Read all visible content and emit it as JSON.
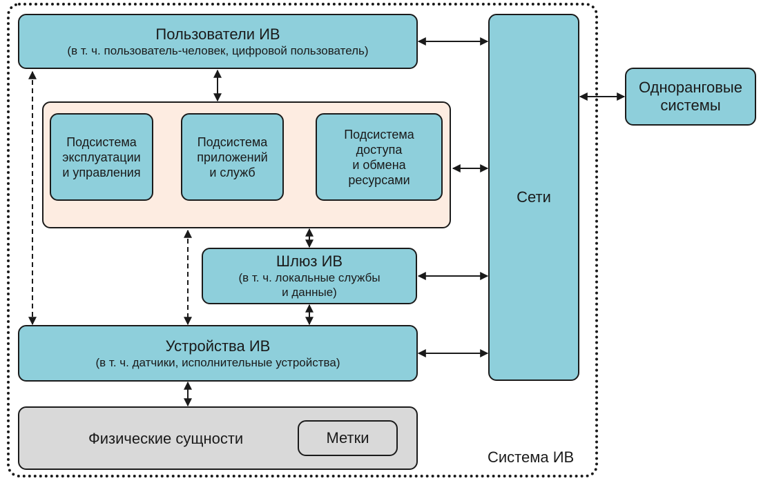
{
  "users": {
    "title": "Пользователи ИВ",
    "subtitle": "(в т. ч. пользователь-человек, цифровой пользователь)"
  },
  "subsystems": [
    {
      "lines": [
        "Подсистема",
        "эксплуатации",
        "и управления"
      ]
    },
    {
      "lines": [
        "Подсистема",
        "приложений",
        "и служб"
      ]
    },
    {
      "lines": [
        "Подсистема",
        "доступа",
        "и обмена",
        "ресурсами"
      ]
    }
  ],
  "gateway": {
    "title": "Шлюз ИВ",
    "subtitle_lines": [
      "(в т. ч. локальные службы",
      "и данные)"
    ]
  },
  "devices": {
    "title": "Устройства ИВ",
    "subtitle": "(в т. ч. датчики, исполнительные устройства)"
  },
  "physical": {
    "title": "Физические сущности",
    "tags": "Метки"
  },
  "networks": {
    "title": "Сети"
  },
  "peer": {
    "lines": [
      "Одноранговые",
      "системы"
    ]
  },
  "system_label": "Система ИВ",
  "colors": {
    "box_blue": "#8ecfdb",
    "panel_peach": "#fdece1",
    "physical_gray": "#d9d9d9",
    "stroke": "#1a1a1a"
  }
}
